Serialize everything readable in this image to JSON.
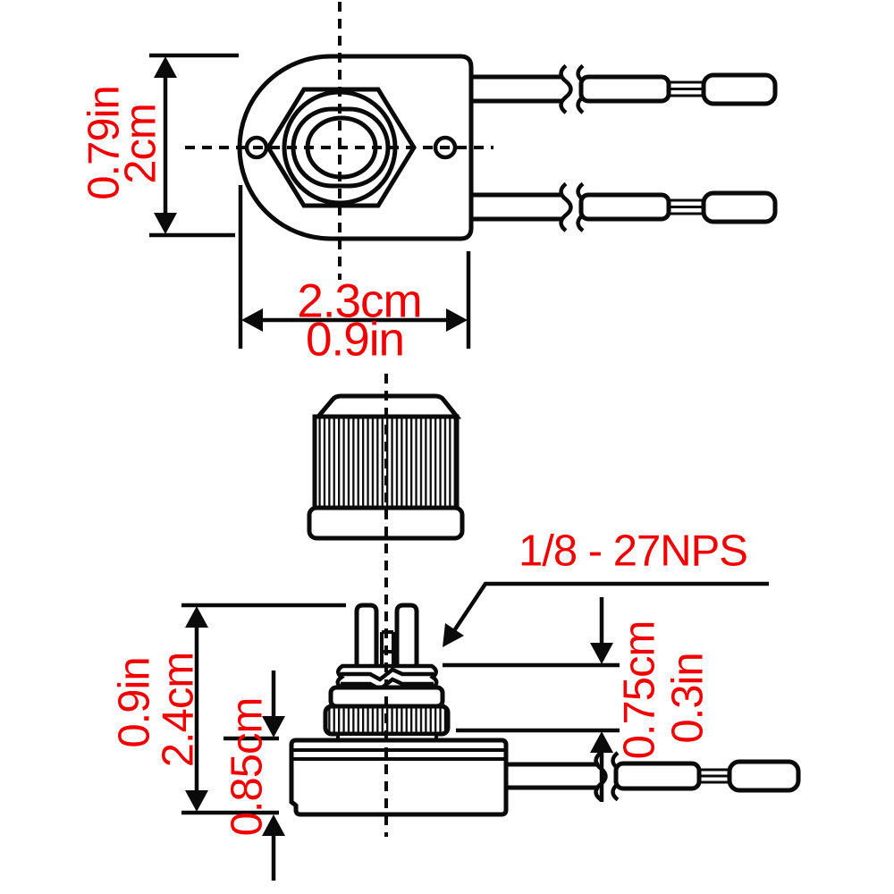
{
  "colors": {
    "line": "#0a0a0a",
    "dimension_text": "#f10000",
    "background": "#ffffff"
  },
  "top_view": {
    "height_dimension": {
      "inches": "0.79in",
      "metric": "2cm"
    },
    "width_dimension": {
      "metric": "2.3cm",
      "inches": "0.9in"
    }
  },
  "front_view": {
    "total_height_dimension": {
      "inches": "0.9in",
      "metric": "2.4cm"
    },
    "body_height_dimension": {
      "metric": "0.85cm"
    },
    "bushing_length_dimension": {
      "metric": "0.75cm",
      "inches": "0.3in"
    },
    "thread_label": "1/8 - 27NPS"
  }
}
